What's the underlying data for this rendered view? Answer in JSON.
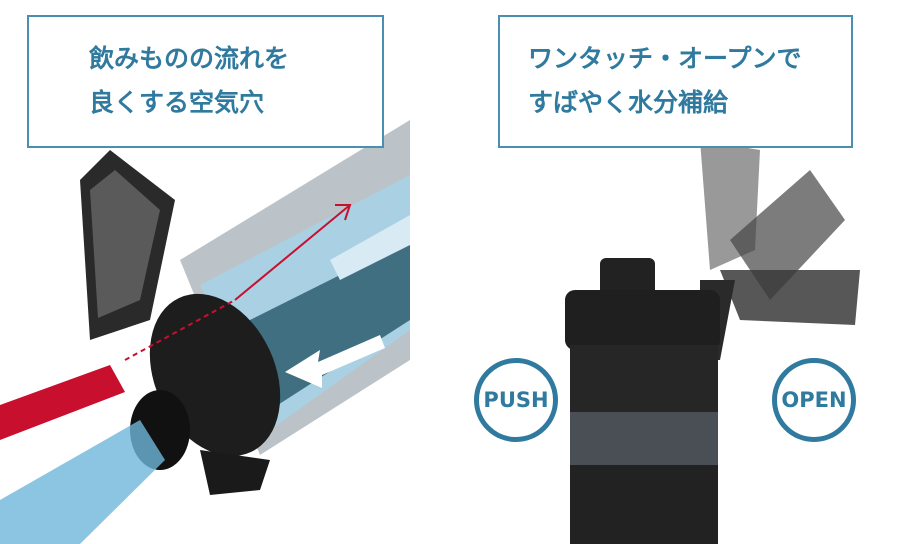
{
  "left_callout": {
    "line1": "飲みものの流れを",
    "line2": "良くする空気穴"
  },
  "right_callout": {
    "line1": "ワンタッチ・オープンで",
    "line2": "すばやく水分補給"
  },
  "badges": {
    "push": "PUSH",
    "open": "OPEN"
  },
  "colors": {
    "accent": "#2f7a9e",
    "air_arrow": "#c8102e",
    "liquid": "#6fb6d9"
  }
}
